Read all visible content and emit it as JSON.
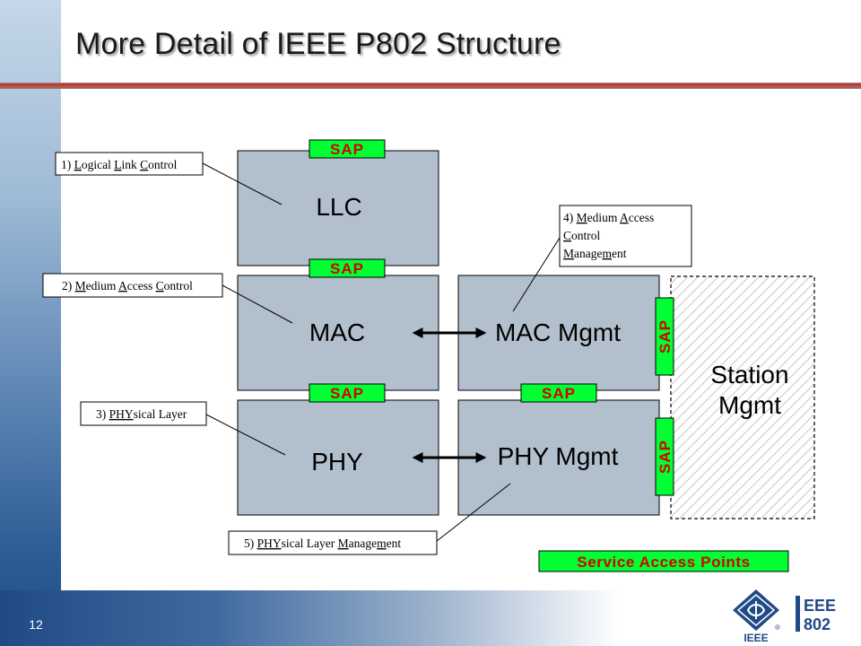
{
  "slide": {
    "title": "More Detail of IEEE P802 Structure",
    "page_number": "12"
  },
  "layers": {
    "llc": "LLC",
    "mac": "MAC",
    "phy": "PHY",
    "mac_mgmt": "MAC Mgmt",
    "phy_mgmt": "PHY Mgmt",
    "station_mgmt_line1": "Station",
    "station_mgmt_line2": "Mgmt"
  },
  "sap_label": "SAP",
  "callouts": {
    "c1": {
      "num": "1) ",
      "parts": [
        [
          "L",
          true
        ],
        [
          "ogical ",
          false
        ],
        [
          "L",
          true
        ],
        [
          "ink ",
          false
        ],
        [
          "C",
          true
        ],
        [
          "ontrol",
          false
        ]
      ]
    },
    "c2": {
      "num": "2) ",
      "parts": [
        [
          "M",
          true
        ],
        [
          "edium ",
          false
        ],
        [
          "A",
          true
        ],
        [
          "ccess ",
          false
        ],
        [
          "C",
          true
        ],
        [
          "ontrol",
          false
        ]
      ]
    },
    "c3": {
      "num": "3) ",
      "parts": [
        [
          "PHY",
          true
        ],
        [
          "sical Layer",
          false
        ]
      ]
    },
    "c4_line1": {
      "num": "4) ",
      "parts": [
        [
          "M",
          true
        ],
        [
          "edium ",
          false
        ],
        [
          "A",
          true
        ],
        [
          "ccess",
          false
        ]
      ]
    },
    "c4_line2": {
      "num": "",
      "parts": [
        [
          "C",
          true
        ],
        [
          "ontrol",
          false
        ]
      ]
    },
    "c4_line3": {
      "num": "",
      "parts": [
        [
          "M",
          true
        ],
        [
          "anage",
          false
        ],
        [
          "m",
          true
        ],
        [
          "ent",
          false
        ]
      ]
    },
    "c5": {
      "num": "5) ",
      "parts": [
        [
          "PHY",
          true
        ],
        [
          "sical Layer ",
          false
        ],
        [
          "M",
          true
        ],
        [
          "anage",
          false
        ],
        [
          "m",
          true
        ],
        [
          "ent",
          false
        ]
      ]
    }
  },
  "legend": "Service Access Points",
  "colors": {
    "layer_box": "#b2bfcd",
    "sap_fill": "#00ff33",
    "sap_text": "#d40000",
    "station_hatch": "#c6c6c6"
  },
  "logos": {
    "ieee_wordmark": "IEEE",
    "ieee802_top": "EEE",
    "ieee802_bottom": "802",
    "registered": "®"
  }
}
